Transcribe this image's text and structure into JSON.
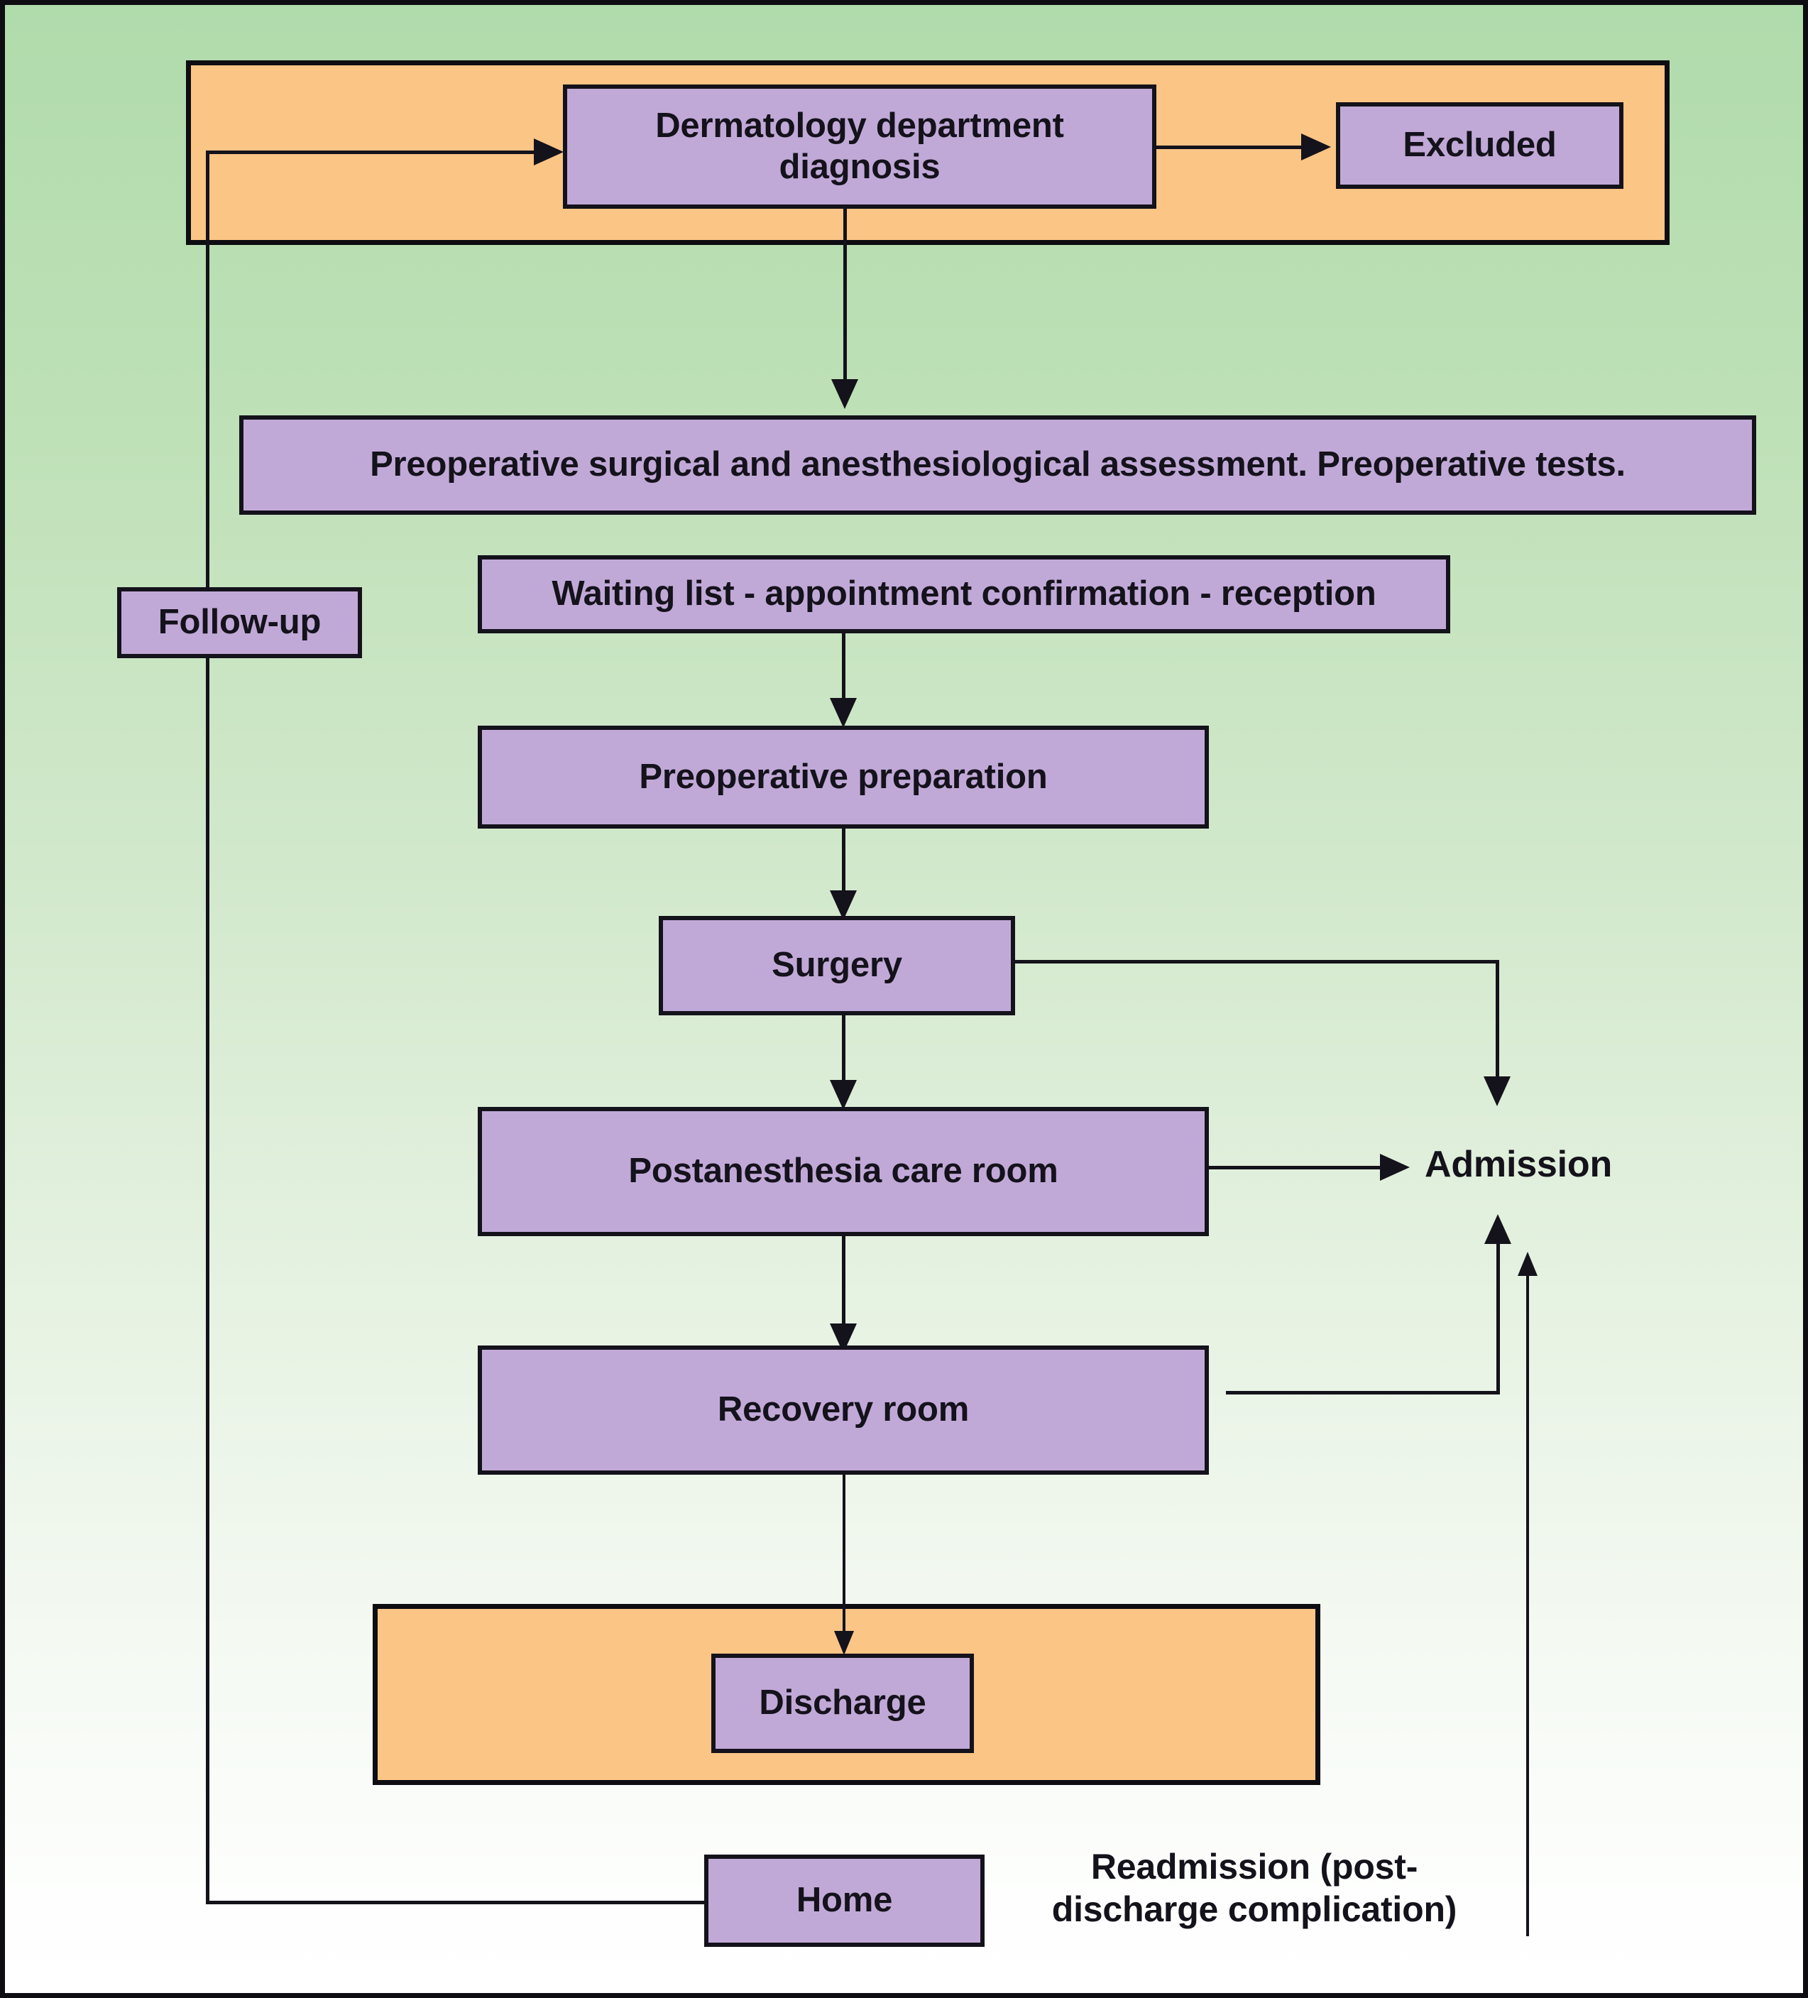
{
  "diagram": {
    "title": "Ambulatory dermatologic surgery patient pathway flowchart",
    "colors": {
      "zone_orange": "#fbc585",
      "node_purple": "#c1a9d7",
      "stroke_black": "#14121b",
      "background_green_top": "#b0dbab",
      "background_white_bottom": "#ffffff"
    },
    "zones": [
      {
        "id": "zone-outpatient",
        "label": ""
      },
      {
        "id": "zone-discharge",
        "label": ""
      }
    ],
    "nodes": {
      "dermatology_diagnosis": "Dermatology department diagnosis",
      "excluded": "Excluded",
      "preoperative_assessment": "Preoperative surgical and anesthesiological assessment. Preoperative tests.",
      "follow_up": "Follow-up",
      "waiting_list": "Waiting list - appointment confirmation - reception",
      "preoperative_preparation": "Preoperative preparation",
      "surgery": "Surgery",
      "postanesthesia_care_room": "Postanesthesia care room",
      "recovery_room": "Recovery room",
      "admission": "Admission",
      "discharge": "Discharge",
      "home": "Home",
      "readmission": "Readmission (post-discharge complication)"
    },
    "edges": [
      {
        "from": "follow_up",
        "to": "dermatology_diagnosis",
        "style": "orthogonal-arrow"
      },
      {
        "from": "dermatology_diagnosis",
        "to": "excluded",
        "style": "straight-arrow"
      },
      {
        "from": "dermatology_diagnosis",
        "to": "preoperative_assessment",
        "style": "straight-arrow"
      },
      {
        "from": "waiting_list",
        "to": "preoperative_preparation",
        "style": "straight-arrow"
      },
      {
        "from": "preoperative_preparation",
        "to": "surgery",
        "style": "straight-arrow"
      },
      {
        "from": "surgery",
        "to": "admission",
        "style": "orthogonal-arrow"
      },
      {
        "from": "surgery",
        "to": "postanesthesia_care_room",
        "style": "straight-arrow"
      },
      {
        "from": "postanesthesia_care_room",
        "to": "admission",
        "style": "straight-arrow"
      },
      {
        "from": "postanesthesia_care_room",
        "to": "recovery_room",
        "style": "straight-arrow"
      },
      {
        "from": "recovery_room",
        "to": "admission",
        "style": "orthogonal-arrow"
      },
      {
        "from": "recovery_room",
        "to": "discharge",
        "style": "straight-arrow"
      },
      {
        "from": "home",
        "to": "follow_up",
        "style": "orthogonal-line"
      },
      {
        "from": "readmission",
        "to": "admission",
        "style": "straight-arrow"
      }
    ]
  }
}
